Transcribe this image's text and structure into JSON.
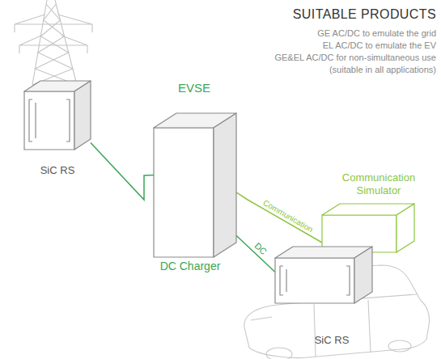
{
  "diagram": {
    "title": "SUITABLE PRODUCTS",
    "nodes": [
      {
        "text": [
          "SiC RS"
        ]
      },
      {
        "text": [
          "EVSE",
          "DC Charger"
        ]
      },
      {
        "text": [
          "Communication Simulator"
        ]
      },
      {
        "text": [
          "SiC RS"
        ]
      }
    ],
    "edges": [
      {
        "from": 0,
        "to": 1,
        "arrow": "none"
      },
      {
        "from": 1,
        "to": 2,
        "arrow": "none",
        "label": "Communication"
      },
      {
        "from": 1,
        "to": 3,
        "arrow": "none",
        "label": "DC"
      }
    ],
    "labels": [
      "GE AC/DC to emulate the grid",
      "EL AC/DC to emulate the EV",
      "GE&EL AC/DC for non-simultaneous use (suitable in all applications)"
    ]
  }
}
